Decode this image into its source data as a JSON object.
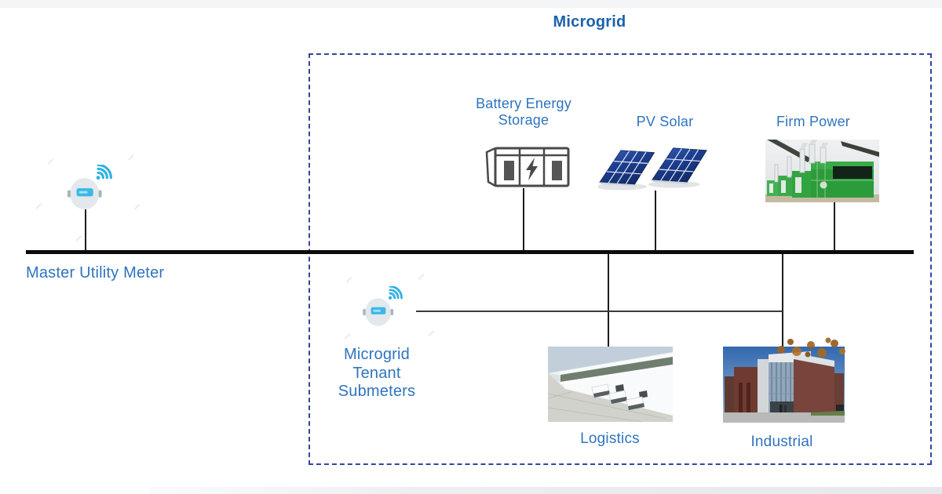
{
  "title": "Microgrid",
  "nodes": {
    "master_meter": {
      "label": "Master Utility Meter",
      "icon": "smart-meter-icon"
    },
    "battery_storage": {
      "label_line1": "Battery Energy",
      "label_line2": "Storage",
      "icon": "battery-cabinet-icon"
    },
    "pv_solar": {
      "label": "PV Solar",
      "icon": "solar-panels-image"
    },
    "firm_power": {
      "label": "Firm Power",
      "icon": "generators-image"
    },
    "tenant_submeters": {
      "label_line1": "Microgrid",
      "label_line2": "Tenant",
      "label_line3": "Submeters",
      "icon": "smart-meter-icon"
    },
    "logistics": {
      "label": "Logistics",
      "icon": "warehouse-image"
    },
    "industrial": {
      "label": "Industrial",
      "icon": "industrial-building-image"
    }
  },
  "colors": {
    "label_blue": "#2f74bf",
    "title_blue": "#1b61ab",
    "boundary_navy": "#32479b",
    "bus_black": "#0b0b0b",
    "meter_cyan": "#3cb7e8",
    "generator_green": "#2c9c3a",
    "solar_blue": "#1d3f93"
  }
}
